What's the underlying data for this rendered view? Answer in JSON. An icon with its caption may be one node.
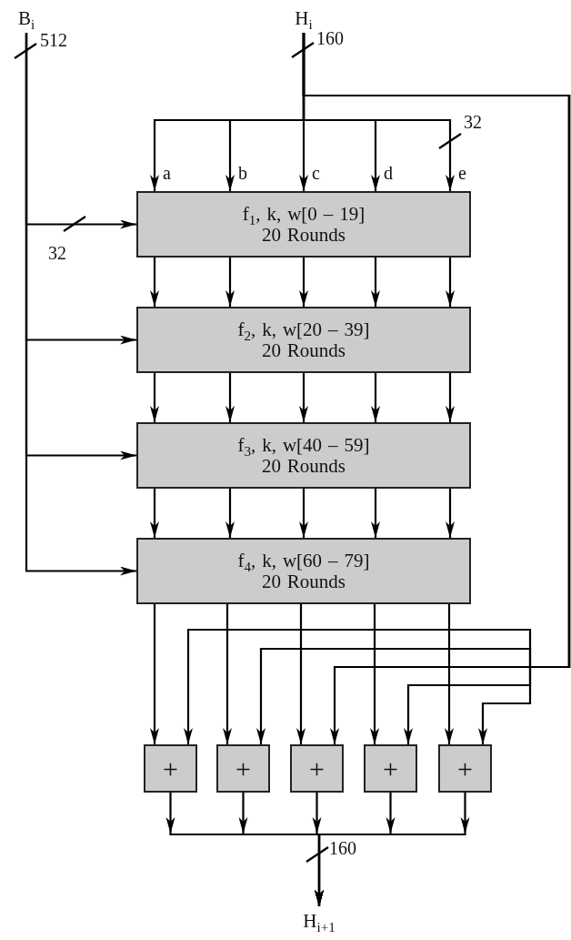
{
  "diagram": {
    "nodes": [
      {
        "text": [
          "B$_{i}$"
        ]
      },
      {
        "text": [
          "H$_{i}$"
        ]
      },
      {
        "text": [
          "f$_{1}$, k, w[0 – 19]",
          "20 Rounds"
        ]
      },
      {
        "text": [
          "f$_{2}$, k, w[20 – 39]",
          "20 Rounds"
        ]
      },
      {
        "text": [
          "f$_{3}$, k, w[40 – 59]",
          "20 Rounds"
        ]
      },
      {
        "text": [
          "f$_{4}$, k, w[60 – 79]",
          "20 Rounds"
        ]
      },
      {
        "text": [
          "+"
        ]
      },
      {
        "text": [
          "+"
        ]
      },
      {
        "text": [
          "+"
        ]
      },
      {
        "text": [
          "+"
        ]
      },
      {
        "text": [
          "+"
        ]
      },
      {
        "text": [
          "H$_{i+1}$"
        ]
      }
    ],
    "edges": [
      {
        "from": 0,
        "to": 2,
        "arrow": "to"
      },
      {
        "from": 0,
        "to": 3,
        "arrow": "to"
      },
      {
        "from": 0,
        "to": 4,
        "arrow": "to"
      },
      {
        "from": 0,
        "to": 5,
        "arrow": "to"
      },
      {
        "from": 1,
        "to": 2,
        "arrow": "to",
        "label": "a"
      },
      {
        "from": 1,
        "to": 2,
        "arrow": "to",
        "label": "b"
      },
      {
        "from": 1,
        "to": 2,
        "arrow": "to",
        "label": "c"
      },
      {
        "from": 1,
        "to": 2,
        "arrow": "to",
        "label": "d"
      },
      {
        "from": 1,
        "to": 2,
        "arrow": "to",
        "label": "e"
      },
      {
        "from": 2,
        "to": 3,
        "arrow": "to"
      },
      {
        "from": 2,
        "to": 3,
        "arrow": "to"
      },
      {
        "from": 2,
        "to": 3,
        "arrow": "to"
      },
      {
        "from": 2,
        "to": 3,
        "arrow": "to"
      },
      {
        "from": 2,
        "to": 3,
        "arrow": "to"
      },
      {
        "from": 3,
        "to": 4,
        "arrow": "to"
      },
      {
        "from": 3,
        "to": 4,
        "arrow": "to"
      },
      {
        "from": 3,
        "to": 4,
        "arrow": "to"
      },
      {
        "from": 3,
        "to": 4,
        "arrow": "to"
      },
      {
        "from": 3,
        "to": 4,
        "arrow": "to"
      },
      {
        "from": 4,
        "to": 5,
        "arrow": "to"
      },
      {
        "from": 4,
        "to": 5,
        "arrow": "to"
      },
      {
        "from": 4,
        "to": 5,
        "arrow": "to"
      },
      {
        "from": 4,
        "to": 5,
        "arrow": "to"
      },
      {
        "from": 4,
        "to": 5,
        "arrow": "to"
      },
      {
        "from": 5,
        "to": 6,
        "arrow": "to"
      },
      {
        "from": 5,
        "to": 7,
        "arrow": "to"
      },
      {
        "from": 5,
        "to": 8,
        "arrow": "to"
      },
      {
        "from": 5,
        "to": 9,
        "arrow": "to"
      },
      {
        "from": 5,
        "to": 10,
        "arrow": "to"
      },
      {
        "from": 1,
        "to": 6,
        "arrow": "to"
      },
      {
        "from": 1,
        "to": 7,
        "arrow": "to"
      },
      {
        "from": 1,
        "to": 8,
        "arrow": "to"
      },
      {
        "from": 1,
        "to": 9,
        "arrow": "to"
      },
      {
        "from": 1,
        "to": 10,
        "arrow": "to"
      },
      {
        "from": 6,
        "to": 11,
        "arrow": "to"
      },
      {
        "from": 7,
        "to": 11,
        "arrow": "to"
      },
      {
        "from": 8,
        "to": 11,
        "arrow": "to"
      },
      {
        "from": 9,
        "to": 11,
        "arrow": "to"
      },
      {
        "from": 10,
        "to": 11,
        "arrow": "to"
      }
    ],
    "labels": [
      "512",
      "160",
      "32",
      "32",
      "160"
    ]
  }
}
